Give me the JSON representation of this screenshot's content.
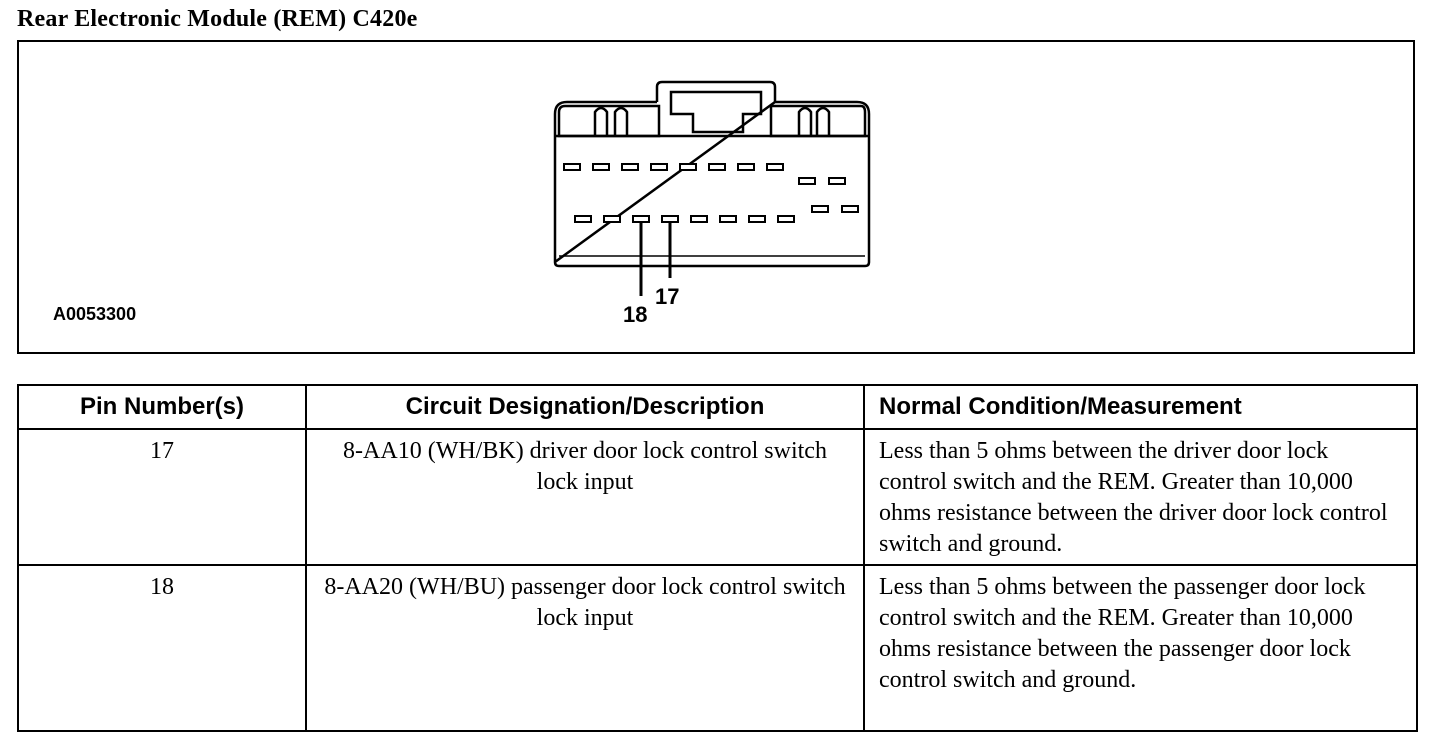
{
  "title": "Rear Electronic Module (REM) C420e",
  "figure": {
    "id": "A0053300",
    "callouts": [
      "17",
      "18"
    ]
  },
  "table": {
    "headers": [
      "Pin Number(s)",
      "Circuit Designation/Description",
      "Normal Condition/Measurement"
    ],
    "rows": [
      {
        "pin": "17",
        "description": "8-AA10 (WH/BK) driver door lock control switch lock input",
        "condition": "Less than 5 ohms between the driver door lock control switch and the REM. Greater than 10,000 ohms resistance between the driver door lock control switch and ground."
      },
      {
        "pin": "18",
        "description": "8-AA20 (WH/BU) passenger door lock control switch lock input",
        "condition": "Less than 5 ohms between the passenger door lock control switch and the REM. Greater than 10,000 ohms resistance between the passenger door lock control switch and ground."
      }
    ]
  }
}
